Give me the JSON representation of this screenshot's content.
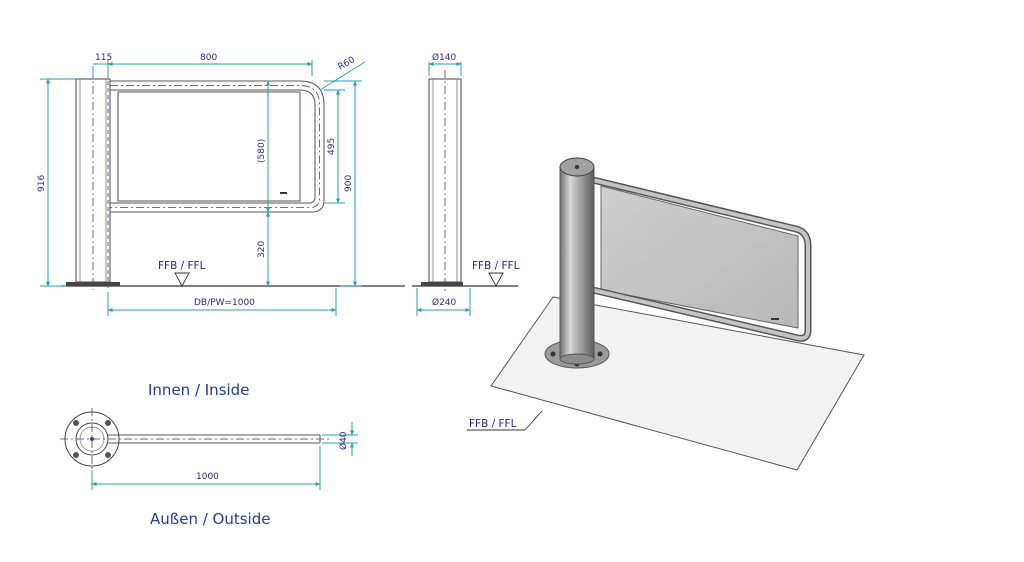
{
  "front_view": {
    "dim_115": "115",
    "dim_800": "800",
    "dim_r60": "R60",
    "dim_916": "916",
    "dim_580": "(580)",
    "dim_495": "495",
    "dim_900": "900",
    "dim_320": "320",
    "dim_width": "DB/PW=1000",
    "floor_label": "FFB / FFL"
  },
  "side_view": {
    "dim_top": "Ø140",
    "dim_base": "Ø240",
    "floor_label": "FFB / FFL"
  },
  "top_view": {
    "label_inside": "Innen / Inside",
    "label_outside": "Außen / Outside",
    "dim_length": "1000",
    "dim_tube": "Ø40"
  },
  "iso_view": {
    "floor_label": "FFB / FFL"
  }
}
